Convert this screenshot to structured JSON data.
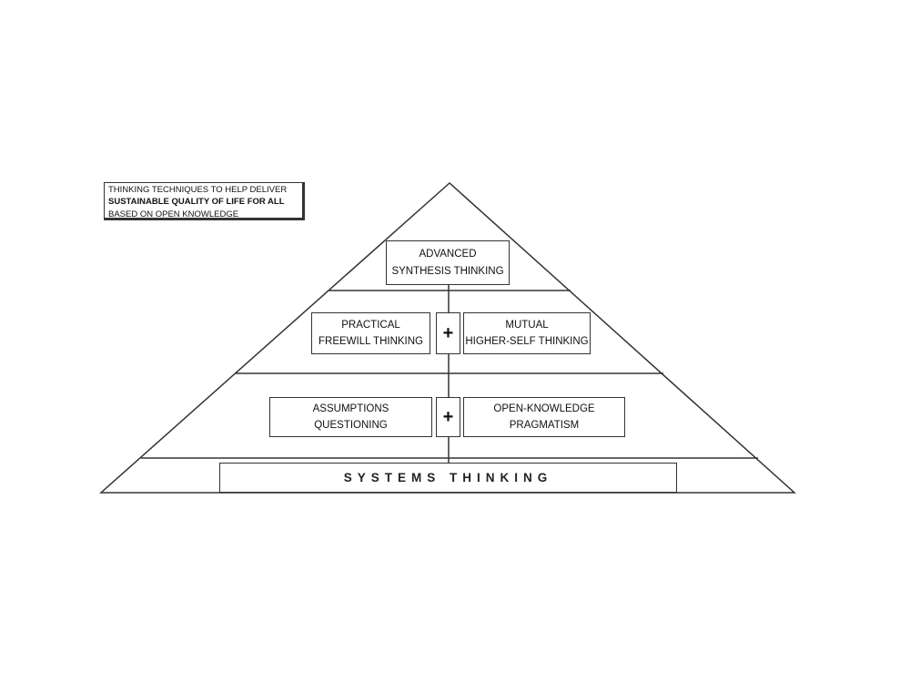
{
  "legend": {
    "line1": "THINKING TECHNIQUES TO HELP DELIVER",
    "line2": "SUSTAINABLE QUALITY OF LIFE FOR ALL",
    "line3": "BASED ON OPEN KNOWLEDGE"
  },
  "tiers": {
    "top": {
      "line1": "ADVANCED",
      "line2": "SYNTHESIS THINKING"
    },
    "middle": {
      "left": {
        "line1": "PRACTICAL",
        "line2": "FREEWILL THINKING"
      },
      "plus": "+",
      "right": {
        "line1": "MUTUAL",
        "line2": "HIGHER-SELF THINKING"
      }
    },
    "lower": {
      "left": {
        "line1": "ASSUMPTIONS",
        "line2": "QUESTIONING"
      },
      "plus": "+",
      "right": {
        "line1": "OPEN-KNOWLEDGE",
        "line2": "PRAGMATISM"
      }
    },
    "base": "SYSTEMS THINKING"
  }
}
